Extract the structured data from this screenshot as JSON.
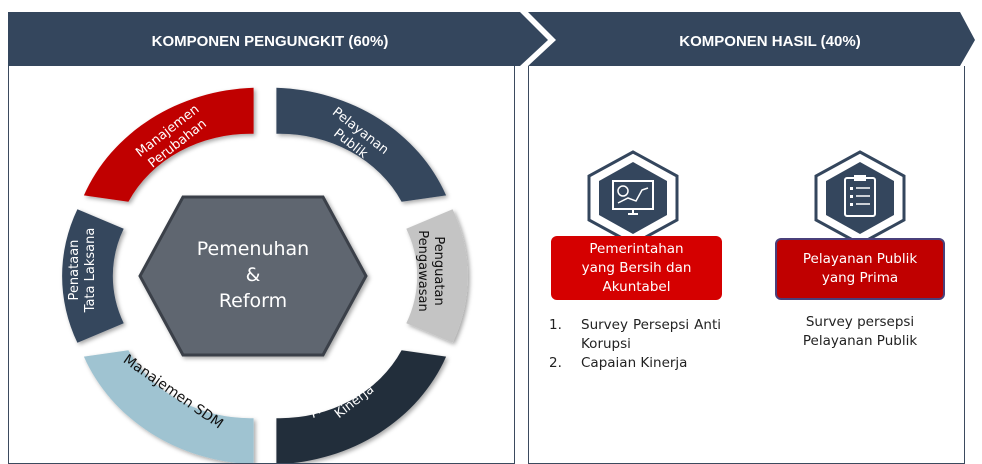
{
  "header": {
    "left_title": "KOMPONEN PENGUNGKIT (60%)",
    "right_title": "KOMPONEN HASIL (40%)"
  },
  "center": {
    "line1": "Pemenuhan",
    "line2": "&",
    "line3": "Reform"
  },
  "segments": {
    "manajemen_perubahan": [
      "Manajemen",
      "Perubahan"
    ],
    "pelayanan_publik": [
      "Pelayanan",
      "Publik"
    ],
    "penguatan_pengawasan": [
      "Penguatan",
      "Pengawasan"
    ],
    "akuntabilitas_kinerja": [
      "Akuntabilitas",
      "Kinerja"
    ],
    "manajemen_sdm": [
      "Manajemen SDM"
    ],
    "penataan_tata_laksana": [
      "Penataan",
      "Tata Laksana"
    ]
  },
  "results": {
    "left_box": [
      "Pemerintahan",
      "yang Bersih dan",
      "Akuntabel"
    ],
    "right_box": [
      "Pelayanan Publik",
      "yang Prima"
    ],
    "left_list": [
      {
        "num": "1.",
        "text": "Survey Persepsi Anti Korupsi"
      },
      {
        "num": "2.",
        "text": "Capaian Kinerja"
      }
    ],
    "right_list": [
      "Survey persepsi",
      "Pelayanan Publik"
    ]
  },
  "colors": {
    "navy": "#34465d",
    "red": "#c00000",
    "gray": "#c4c4c4",
    "light_blue": "#9fc3d1",
    "dark_navy": "#232e3b",
    "hex_center": "#5e6670"
  },
  "icons": [
    "monitor-chart-icon",
    "clipboard-checklist-icon"
  ]
}
